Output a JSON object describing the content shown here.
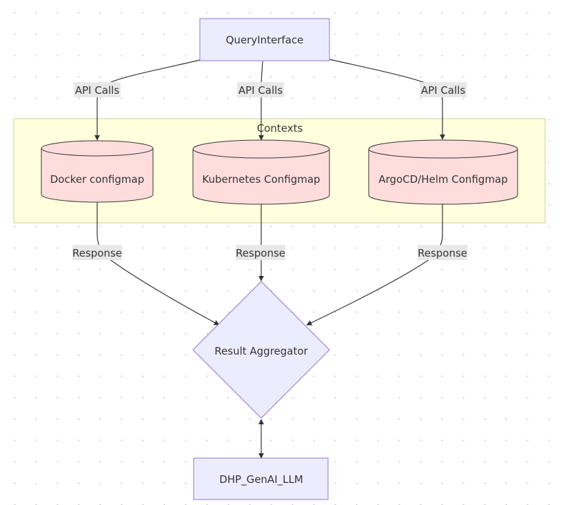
{
  "colors": {
    "process_fill": "#ECECFF",
    "process_stroke": "#9370DB",
    "db_fill": "#FFDDDD",
    "db_stroke": "#333333",
    "cluster_fill": "#FFFFDE",
    "cluster_stroke": "#CCCC88",
    "edge": "#333333",
    "edge_label_bg": "#E8E8E8"
  },
  "nodes": {
    "query_interface": "QueryInterface",
    "docker": "Docker configmap",
    "kubernetes": "Kubernetes Configmap",
    "argocd": "ArgoCD/Helm Configmap",
    "aggregator": "Result Aggregator",
    "llm": "DHP_GenAI_LLM"
  },
  "cluster": {
    "title": "Contexts"
  },
  "edges": {
    "api_call_1": "API Calls",
    "api_call_2": "API Calls",
    "api_call_3": "API Calls",
    "response_1": "Response",
    "response_2": "Response",
    "response_3": "Response"
  }
}
